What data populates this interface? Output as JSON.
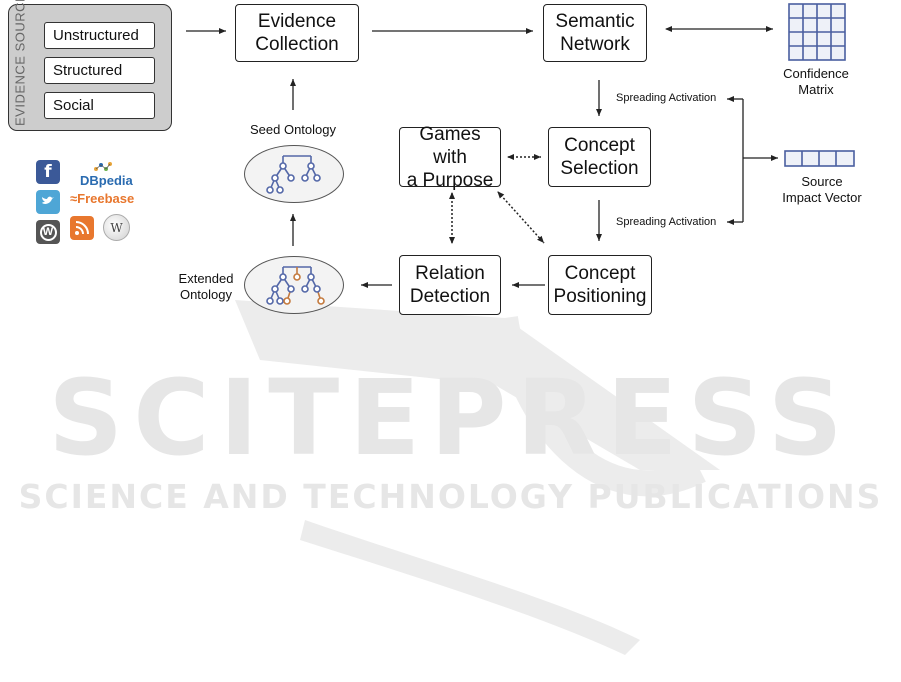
{
  "watermark": {
    "title": "SCITEPRESS",
    "subtitle": "SCIENCE AND TECHNOLOGY PUBLICATIONS"
  },
  "evidence_sources": {
    "label": "EVIDENCE SOURCES",
    "items": [
      "Unstructured",
      "Structured",
      "Social"
    ]
  },
  "boxes": {
    "evidence_collection": "Evidence\nCollection",
    "semantic_network": "Semantic\nNetwork",
    "games_with_a_purpose": "Games with\na Purpose",
    "concept_selection": "Concept\nSelection",
    "relation_detection": "Relation\nDetection",
    "concept_positioning": "Concept\nPositioning"
  },
  "labels": {
    "confidence_matrix": "Confidence\nMatrix",
    "source_impact_vector": "Source\nImpact Vector",
    "seed_ontology": "Seed Ontology",
    "extended_ontology": "Extended\nOntology",
    "spreading_activation_1": "Spreading Activation",
    "spreading_activation_2": "Spreading Activation"
  },
  "logos": {
    "facebook": "f",
    "dbpedia": "DBpedia",
    "freebase": "Freebase",
    "wordpress": "W"
  },
  "colors": {
    "matrix_blue": "#4a5fa0",
    "tree_blue": "#5468a8",
    "tree_orange": "#c47a3e",
    "panel_gray": "#cdcdcd",
    "facebook": "#3b5998",
    "twitter": "#4ea6d6",
    "wordpress": "#555555",
    "rss": "#e8772e",
    "dbpedia": "#2a6bb0",
    "freebase": "#e8772e"
  }
}
